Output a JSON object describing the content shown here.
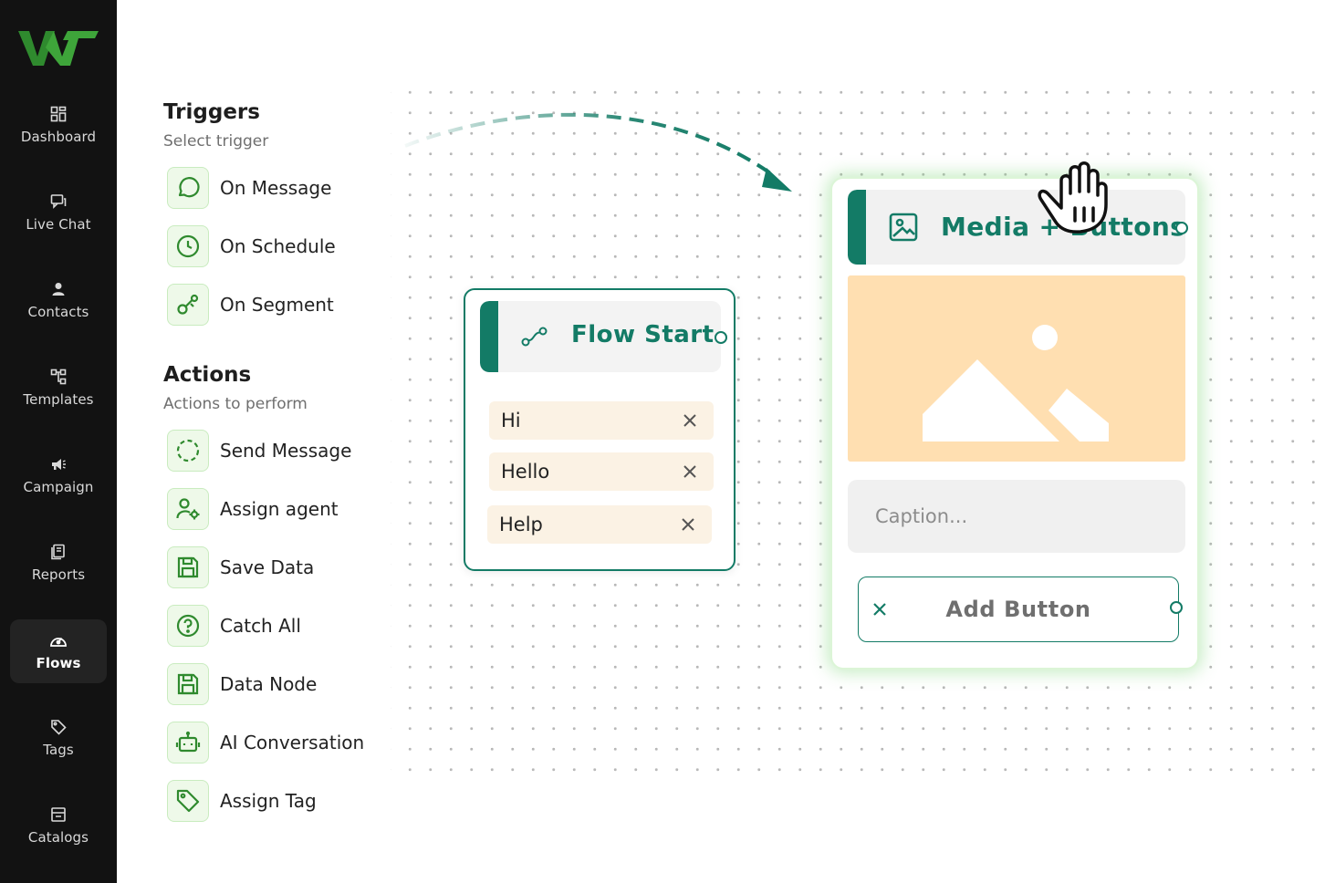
{
  "brand": {
    "logo_text": "WT",
    "accent": "#137b66",
    "green": "#2f8a2e"
  },
  "sidebar": {
    "items": [
      {
        "label": "Dashboard",
        "icon": "dashboard-grid-icon"
      },
      {
        "label": "Live Chat",
        "icon": "chat-icon"
      },
      {
        "label": "Contacts",
        "icon": "user-icon"
      },
      {
        "label": "Templates",
        "icon": "templates-icon"
      },
      {
        "label": "Campaign",
        "icon": "megaphone-icon"
      },
      {
        "label": "Reports",
        "icon": "report-icon"
      },
      {
        "label": "Flows",
        "icon": "flows-icon",
        "active": true
      },
      {
        "label": "Tags",
        "icon": "tag-icon"
      },
      {
        "label": "Catalogs",
        "icon": "catalog-icon"
      }
    ]
  },
  "panel": {
    "triggers": {
      "title": "Triggers",
      "subtitle": "Select trigger",
      "items": [
        {
          "label": "On Message",
          "icon": "message-bubble-icon"
        },
        {
          "label": "On Schedule",
          "icon": "clock-icon"
        },
        {
          "label": "On Segment",
          "icon": "segment-icon"
        }
      ]
    },
    "actions": {
      "title": "Actions",
      "subtitle": "Actions to perform",
      "items": [
        {
          "label": "Send Message",
          "icon": "dashed-circle-icon"
        },
        {
          "label": "Assign agent",
          "icon": "user-gear-icon"
        },
        {
          "label": "Save Data",
          "icon": "save-icon"
        },
        {
          "label": "Catch All",
          "icon": "question-circle-icon"
        },
        {
          "label": "Data Node",
          "icon": "save-icon"
        },
        {
          "label": "AI Conversation",
          "icon": "robot-icon"
        },
        {
          "label": "Assign Tag",
          "icon": "tag-icon"
        }
      ]
    }
  },
  "canvas": {
    "flow_start": {
      "title": "Flow Start",
      "keywords": [
        "Hi",
        "Hello",
        "Help"
      ]
    },
    "media_node": {
      "title": "Media + Buttons",
      "caption_placeholder": "Caption...",
      "add_button_label": "Add Button"
    }
  }
}
